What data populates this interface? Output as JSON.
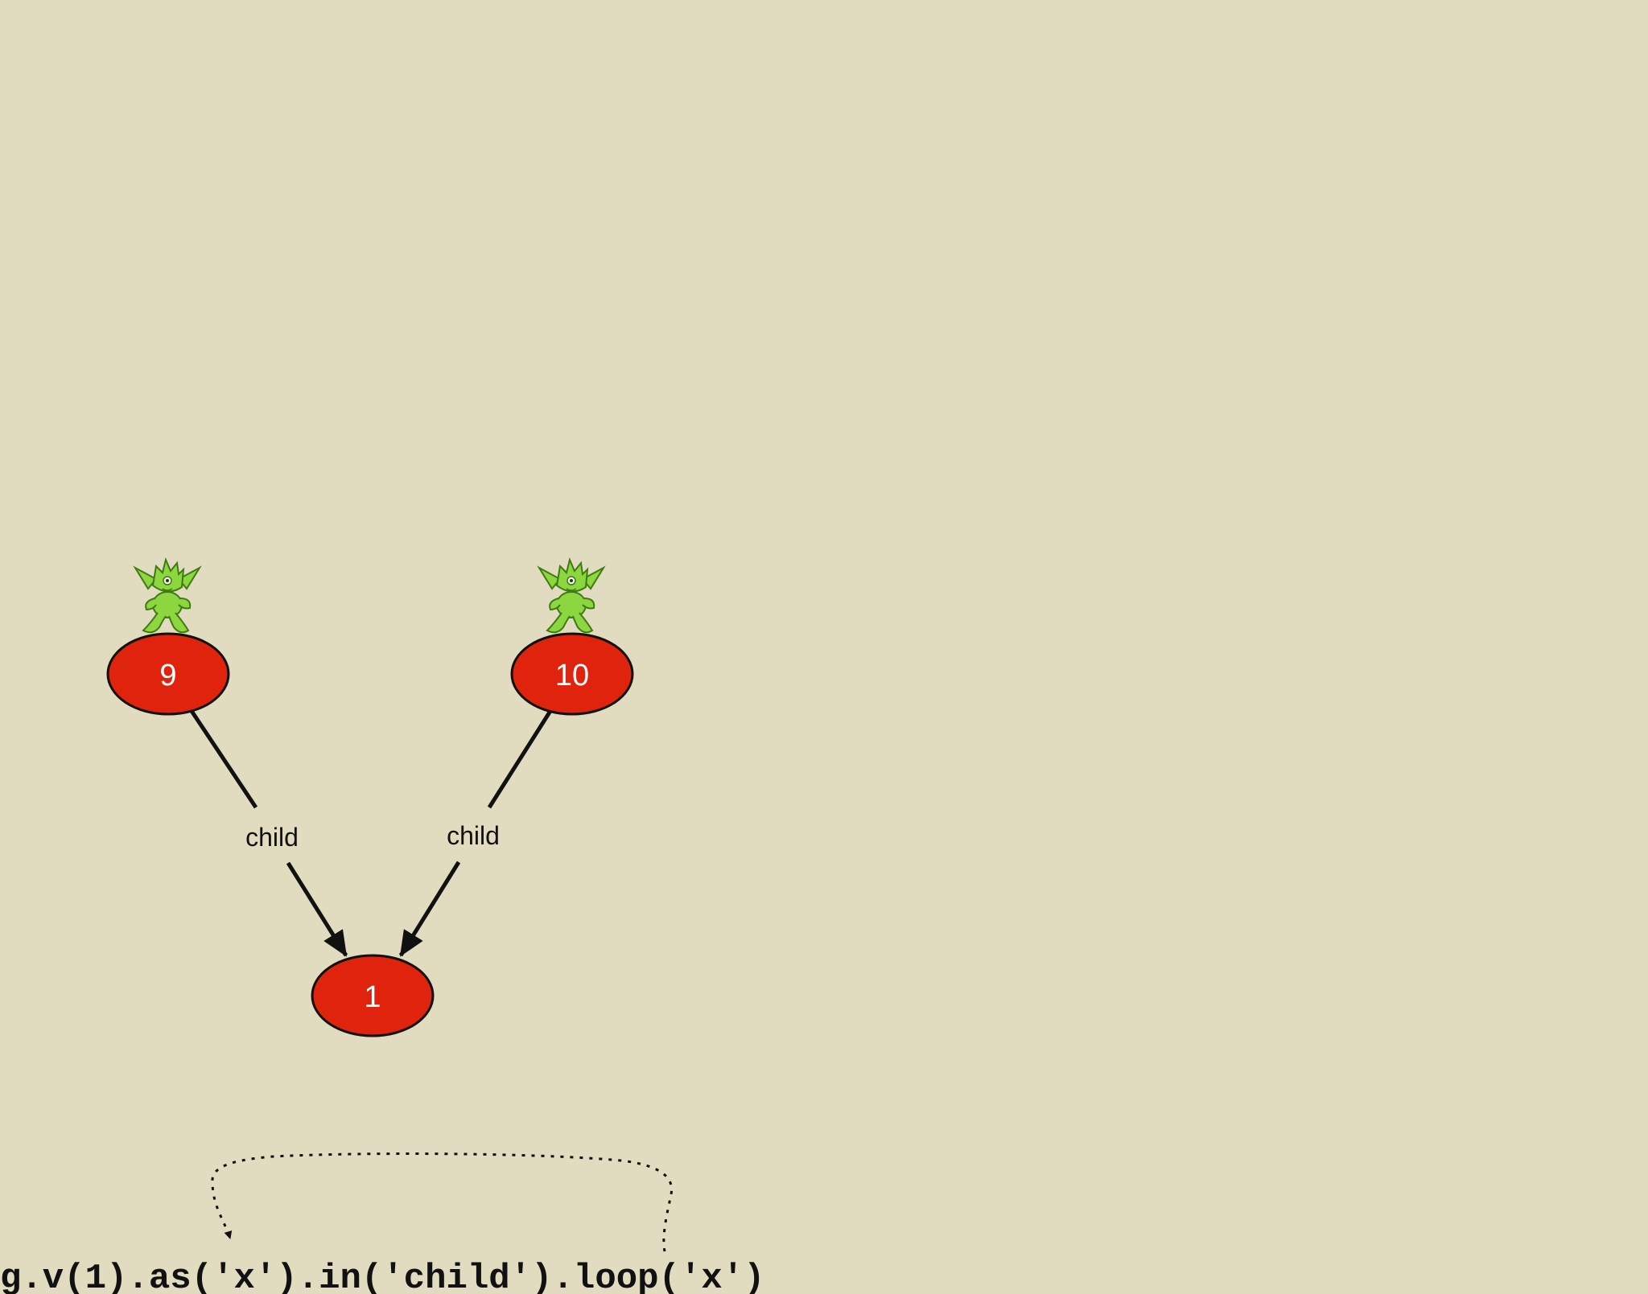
{
  "graph": {
    "nodes": [
      {
        "id": "node-9",
        "label": "9",
        "has_goblin": true
      },
      {
        "id": "node-10",
        "label": "10",
        "has_goblin": true
      },
      {
        "id": "node-1",
        "label": "1",
        "has_goblin": false
      }
    ],
    "edges": [
      {
        "from": "node-9",
        "to": "node-1",
        "label": "child"
      },
      {
        "from": "node-10",
        "to": "node-1",
        "label": "child"
      }
    ]
  },
  "code": {
    "text": "g.v(1).as('x').in('child').loop('x')",
    "loop_arrow": "dotted arrow from loop('x') back to as('x')"
  },
  "colors": {
    "background": "#e1dcc0",
    "node_fill": "#e0230d",
    "node_stroke": "#111111",
    "node_text": "#ffffff",
    "goblin": "#8cd63f"
  },
  "icons": {
    "goblin": "goblin-icon"
  }
}
